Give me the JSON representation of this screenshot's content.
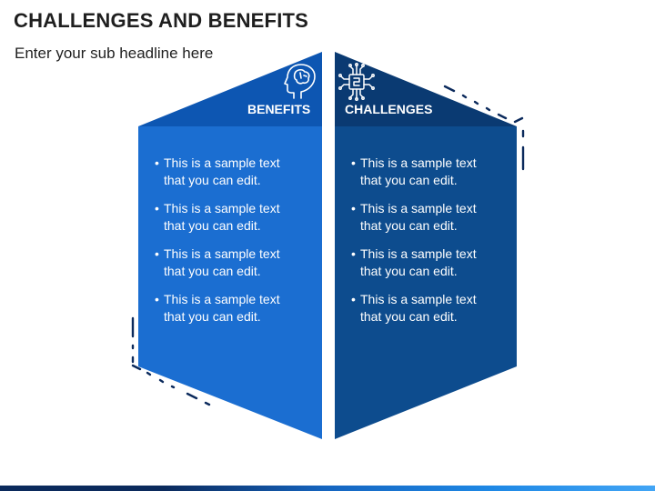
{
  "page": {
    "title": "CHALLENGES AND BENEFITS",
    "subtitle": "Enter your sub headline here"
  },
  "benefits": {
    "heading": "BENEFITS",
    "icon": "brain-head-icon",
    "items": [
      {
        "line1": "This is a sample text",
        "line2": "that you can edit."
      },
      {
        "line1": "This is a sample text",
        "line2": "that you can edit."
      },
      {
        "line1": "This is a sample text",
        "line2": "that you can edit."
      },
      {
        "line1": "This is a sample text",
        "line2": "that you can edit."
      }
    ]
  },
  "challenges": {
    "heading": "CHALLENGES",
    "icon": "circuit-chip-icon",
    "items": [
      {
        "line1": "This is a sample text",
        "line2": "that you can edit."
      },
      {
        "line1": "This is a sample text",
        "line2": "that you can edit."
      },
      {
        "line1": "This is a sample text",
        "line2": "that you can edit."
      },
      {
        "line1": "This is a sample text",
        "line2": "that you can edit."
      }
    ]
  },
  "colors": {
    "benefits_body": "#1b6ed1",
    "benefits_top": "#0d56b2",
    "challenges_body": "#0d4c8e",
    "challenges_top": "#0a3a72",
    "accent_dark": "#0b2a5c"
  }
}
